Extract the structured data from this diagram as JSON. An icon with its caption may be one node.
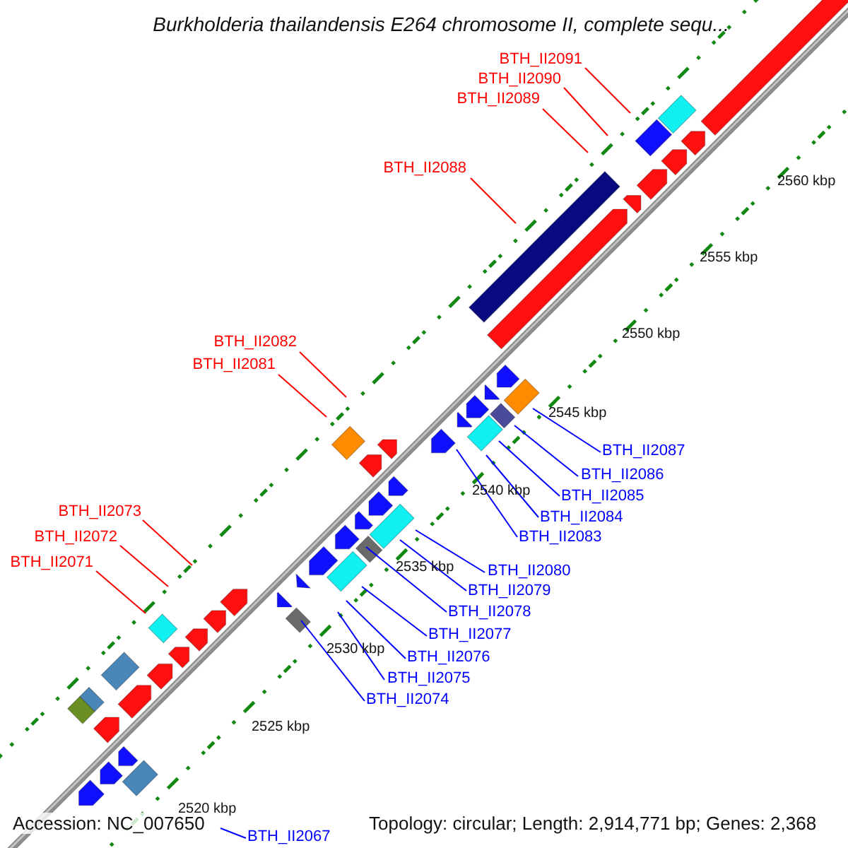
{
  "diagram": {
    "title": "Burkholderia thailandensis E264 chromosome II, complete sequ...",
    "nodes": [
      {
        "text": [
          "BTH_II2091"
        ]
      },
      {
        "text": [
          "BTH_II2090"
        ]
      },
      {
        "text": [
          "BTH_II2089"
        ]
      },
      {
        "text": [
          "BTH_II2088"
        ]
      },
      {
        "text": [
          "BTH_II2082"
        ]
      },
      {
        "text": [
          "BTH_II2081"
        ]
      },
      {
        "text": [
          "BTH_II2087"
        ]
      },
      {
        "text": [
          "BTH_II2086"
        ]
      },
      {
        "text": [
          "BTH_II2085"
        ]
      },
      {
        "text": [
          "BTH_II2084"
        ]
      },
      {
        "text": [
          "BTH_II2083"
        ]
      },
      {
        "text": [
          "BTH_II2073"
        ]
      },
      {
        "text": [
          "BTH_II2072"
        ]
      },
      {
        "text": [
          "BTH_II2071"
        ]
      },
      {
        "text": [
          "BTH_II2080"
        ]
      },
      {
        "text": [
          "BTH_II2079"
        ]
      },
      {
        "text": [
          "BTH_II2078"
        ]
      },
      {
        "text": [
          "BTH_II2077"
        ]
      },
      {
        "text": [
          "BTH_II2076"
        ]
      },
      {
        "text": [
          "BTH_II2075"
        ]
      },
      {
        "text": [
          "BTH_II2074"
        ]
      },
      {
        "text": [
          "BTH_II2067"
        ]
      }
    ],
    "edges": [
      {
        "from": 0,
        "to": null,
        "arrow": "none",
        "color": "#ff0000"
      },
      {
        "from": 1,
        "to": null,
        "arrow": "none",
        "color": "#ff0000"
      },
      {
        "from": 2,
        "to": null,
        "arrow": "none",
        "color": "#ff0000"
      },
      {
        "from": 3,
        "to": null,
        "arrow": "none",
        "color": "#ff0000"
      },
      {
        "from": 4,
        "to": null,
        "arrow": "none",
        "color": "#ff0000"
      },
      {
        "from": 5,
        "to": null,
        "arrow": "none",
        "color": "#ff0000"
      },
      {
        "from": 6,
        "to": null,
        "arrow": "none"
      },
      {
        "from": 7,
        "to": null,
        "arrow": "none"
      },
      {
        "from": 8,
        "to": null,
        "arrow": "none"
      },
      {
        "from": 9,
        "to": null,
        "arrow": "none"
      },
      {
        "from": 10,
        "to": null,
        "arrow": "none"
      },
      {
        "from": 11,
        "to": null,
        "arrow": "none",
        "color": "#ff0000"
      },
      {
        "from": 12,
        "to": null,
        "arrow": "none",
        "color": "#ff0000"
      },
      {
        "from": 13,
        "to": null,
        "arrow": "none",
        "color": "#ff0000"
      },
      {
        "from": 14,
        "to": null,
        "arrow": "none"
      },
      {
        "from": 15,
        "to": null,
        "arrow": "none"
      },
      {
        "from": 16,
        "to": null,
        "arrow": "none"
      },
      {
        "from": 17,
        "to": null,
        "arrow": "none"
      },
      {
        "from": 18,
        "to": null,
        "arrow": "none"
      },
      {
        "from": 19,
        "to": null,
        "arrow": "none"
      },
      {
        "from": 20,
        "to": null,
        "arrow": "none"
      },
      {
        "from": 21,
        "to": null,
        "arrow": "none"
      }
    ],
    "labels": [
      "2560 kbp",
      "2555 kbp",
      "2550 kbp",
      "2545 kbp",
      "2540 kbp",
      "2535 kbp",
      "2530 kbp",
      "2525 kbp",
      "2520 kbp",
      "Accession: NC_007650",
      "Topology: circular; Length: 2,914,771 bp; Genes: 2,368"
    ]
  }
}
